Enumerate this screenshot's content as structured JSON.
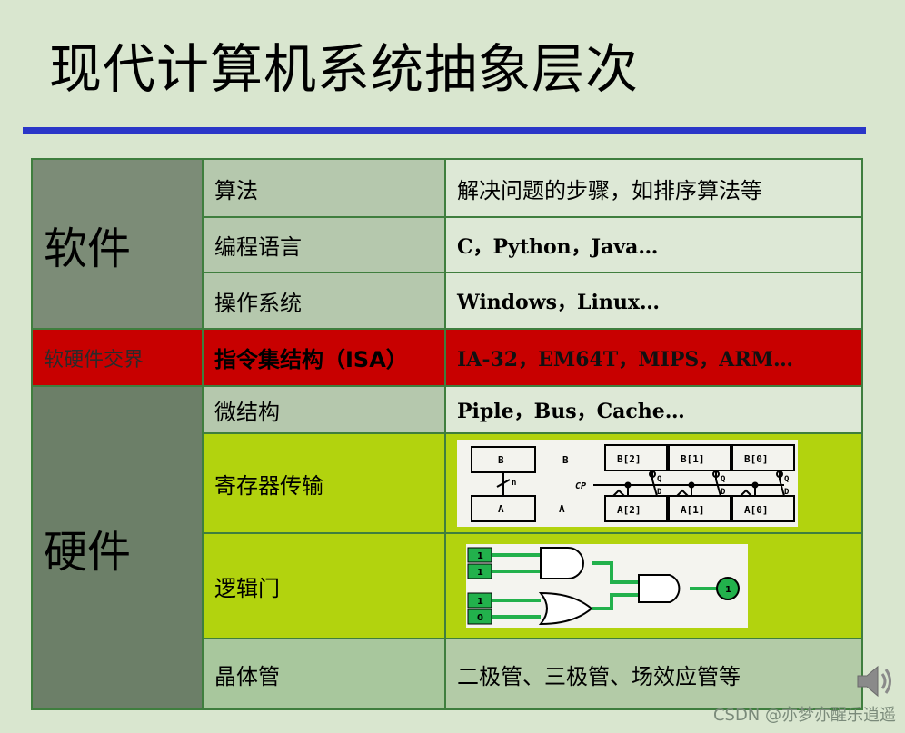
{
  "title": "现代计算机系统抽象层次",
  "table": {
    "software_label": "软件",
    "hardware_label": "硬件",
    "boundary_label": "软硬件交界",
    "rows": [
      {
        "name": "算法",
        "desc": "解决问题的步骤，如排序算法等"
      },
      {
        "name": "编程语言",
        "desc": "C，Python，Java…"
      },
      {
        "name": "操作系统",
        "desc": "Windows，Linux…"
      },
      {
        "name": "指令集结构（ISA）",
        "desc": "IA-32，EM64T，MIPS，ARM…"
      },
      {
        "name": "微结构",
        "desc": "Piple，Bus，Cache…"
      },
      {
        "name": "寄存器传输",
        "desc": ""
      },
      {
        "name": "逻辑门",
        "desc": ""
      },
      {
        "name": "晶体管",
        "desc": "二极管、三极管、场效应管等"
      }
    ]
  },
  "register_diagram": {
    "src_reg": "B",
    "dst_reg": "A",
    "src_bus": "B",
    "dst_bus": "A",
    "width_label": "n",
    "cp_label": "CP",
    "q_label": "Q",
    "d_label": "D",
    "b_cells": [
      "B[2]",
      "B[1]",
      "B[0]"
    ],
    "a_cells": [
      "A[2]",
      "A[1]",
      "A[0]"
    ]
  },
  "logic_diagram": {
    "inputs": [
      "1",
      "1",
      "1",
      "0"
    ],
    "output": "1"
  },
  "watermark": "CSDN @亦梦亦醒乐逍遥",
  "colors": {
    "background": "#d9e6cf",
    "title_rule": "#2a36c8",
    "isa_row": "#c80000",
    "lime_rows": "#b2d30e",
    "wire": "#22b14c"
  }
}
